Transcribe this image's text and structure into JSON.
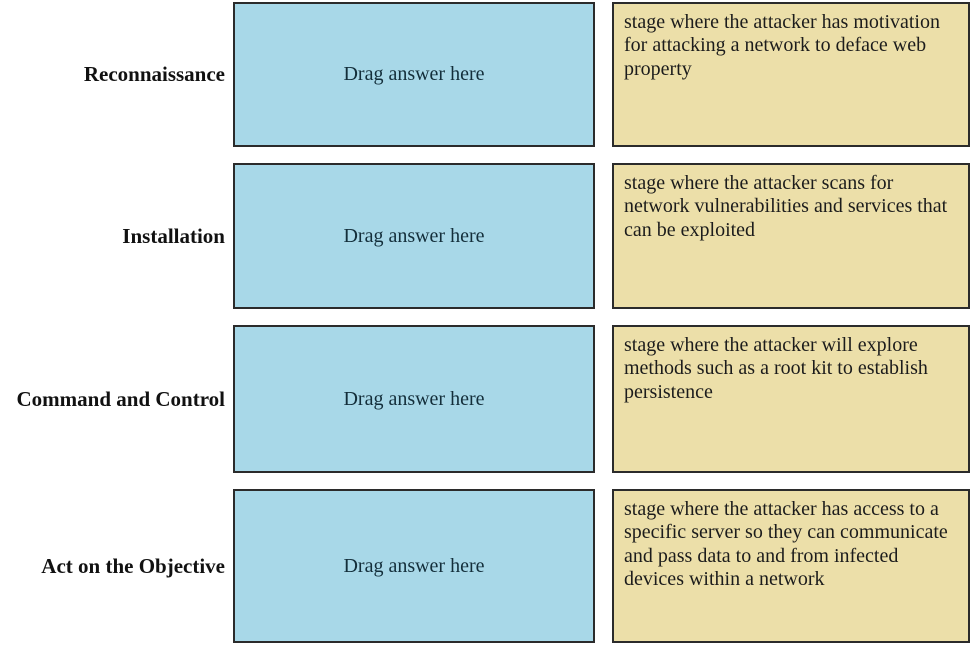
{
  "quiz": {
    "type": "drag-and-drop-matching",
    "drop_placeholder": "Drag answer here",
    "colors": {
      "drop_zone_fill": "#a8d8e8",
      "description_fill": "#ecdfa9",
      "box_border": "#2b2b2b",
      "label_text": "#111111",
      "page_background": "#ffffff"
    },
    "rows": [
      {
        "label": "Reconnaissance",
        "drop_placeholder": "Drag answer here",
        "description": "stage where the attacker has motivation for attacking a network to deface web property"
      },
      {
        "label": "Installation",
        "drop_placeholder": "Drag answer here",
        "description": "stage where the attacker scans for network vulnerabilities and services that can be exploited"
      },
      {
        "label": "Command and Control",
        "drop_placeholder": "Drag answer here",
        "description": "stage where the attacker will explore methods such as a root kit to establish persistence"
      },
      {
        "label": "Act on the Objective",
        "drop_placeholder": "Drag answer here",
        "description": "stage where the attacker has access to a specific server so they can communicate and pass data to and from infected devices within a network"
      }
    ]
  }
}
